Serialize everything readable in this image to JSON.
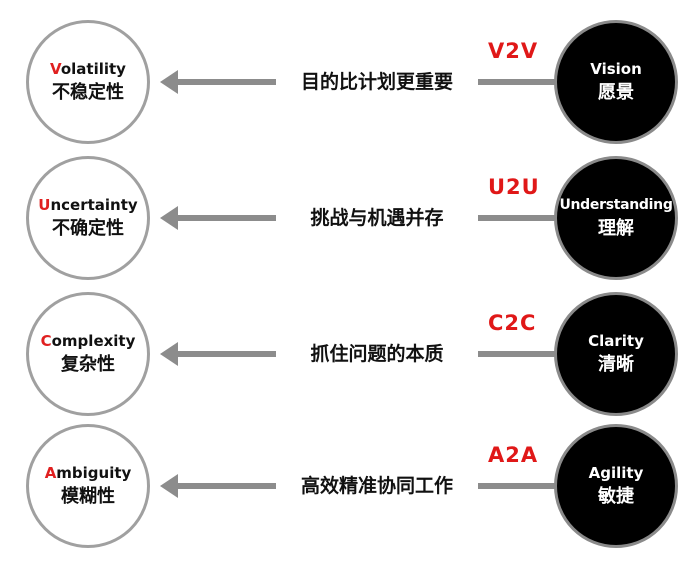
{
  "rows": [
    {
      "left": {
        "first_letter": "V",
        "rest": "olatility",
        "zh": "不稳定性"
      },
      "middle": "目的比计划更重要",
      "code": "V2V",
      "right": {
        "en": "Vision",
        "zh": "愿景"
      }
    },
    {
      "left": {
        "first_letter": "U",
        "rest": "ncertainty",
        "zh": "不确定性"
      },
      "middle": "挑战与机遇并存",
      "code": "U2U",
      "right": {
        "en": "Understanding",
        "zh": "理解"
      }
    },
    {
      "left": {
        "first_letter": "C",
        "rest": "omplexity",
        "zh": "复杂性"
      },
      "middle": "抓住问题的本质",
      "code": "C2C",
      "right": {
        "en": "Clarity",
        "zh": "清晰"
      }
    },
    {
      "left": {
        "first_letter": "A",
        "rest": "mbiguity",
        "zh": "模糊性"
      },
      "middle": "高效精准协同工作",
      "code": "A2A",
      "right": {
        "en": "Agility",
        "zh": "敏捷"
      }
    }
  ],
  "colors": {
    "accent_red": "#e02020",
    "arrow_gray": "#8c8c8c",
    "right_circle_fill": "#000000",
    "left_circle_border": "#a0a0a0"
  }
}
